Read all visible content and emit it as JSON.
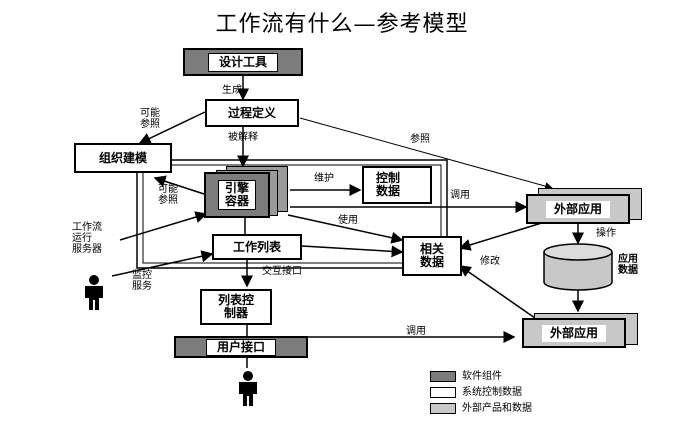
{
  "title": "工作流有什么—参考模型",
  "nodes": {
    "design_tool": "设计工具",
    "process_def": "过程定义",
    "org_model": "组织建模",
    "engine": "引擎\n容器",
    "control_data": "控制\n数据",
    "external_app_top": "外部应用",
    "work_list": "工作列表",
    "related_data": "相关\n数据",
    "app_data": "应用\n数据",
    "list_controller": "列表控\n制器",
    "user_interface": "用户接口",
    "external_app_bottom": "外部应用"
  },
  "labels": {
    "generate": "生成",
    "may_ref": "可能\n参照",
    "interpreted": "被解释",
    "reference": "参照",
    "maintain": "维护",
    "may_ref2": "可能\n参照",
    "invoke1": "调用",
    "use": "使用",
    "operate": "操作",
    "workflow_server": "工作流\n运行\n服务器",
    "modify": "修改",
    "monitor": "监控\n服务",
    "interaction_iface": "交互接口",
    "invoke2": "调用"
  },
  "legend": {
    "software": "软件组件",
    "system_control": "系统控制数据",
    "external": "外部产品和数据"
  },
  "colors": {
    "dark": "#7c7c7c",
    "light": "#c8c8c8",
    "stack": "#9a9a9a"
  }
}
